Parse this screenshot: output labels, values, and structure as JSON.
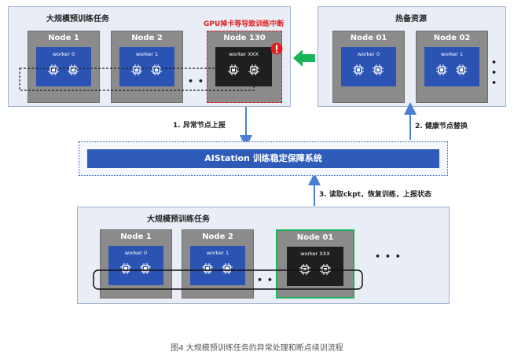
{
  "top_left_panel": {
    "title": "大规模预训练任务",
    "nodes": [
      {
        "label": "Node 1",
        "worker": "worker 0"
      },
      {
        "label": "Node 2",
        "worker": "worker 1"
      },
      {
        "label": "Node 130",
        "worker": "worker XXX"
      }
    ],
    "fault_text": "GPU掉卡等导致训练中断",
    "ellipsis": "• • •"
  },
  "top_right_panel": {
    "title": "热备资源",
    "nodes": [
      {
        "label": "Node 01",
        "worker": "worker 0"
      },
      {
        "label": "Node 02",
        "worker": "worker 1"
      }
    ],
    "ellipsis": "• • •"
  },
  "steps": {
    "step1": "1. 异常节点上报",
    "step2": "2. 健康节点替换",
    "step3": "3. 读取ckpt，恢复训练，上报状态"
  },
  "system": {
    "label": "AIStation 训练稳定保障系统"
  },
  "bottom_panel": {
    "title": "大规模预训练任务",
    "nodes": [
      {
        "label": "Node 1",
        "worker": "worker 0"
      },
      {
        "label": "Node 2",
        "worker": "worker 1"
      },
      {
        "label": "Node 01",
        "worker": "worker XXX"
      }
    ],
    "ellipsis_inner": "• • •",
    "ellipsis_outer": "• • •"
  },
  "caption": "图4 大规模预训练任务的异常处理和断点续训流程",
  "colors": {
    "panel_bg": "#e8edf6",
    "node_bg": "#8b8b8b",
    "worker_blue": "#2a53b4",
    "worker_dark": "#1f1f1f",
    "fault_red": "#e02020",
    "arrow_blue": "#4a7fd0",
    "replace_green": "#19b45a"
  }
}
